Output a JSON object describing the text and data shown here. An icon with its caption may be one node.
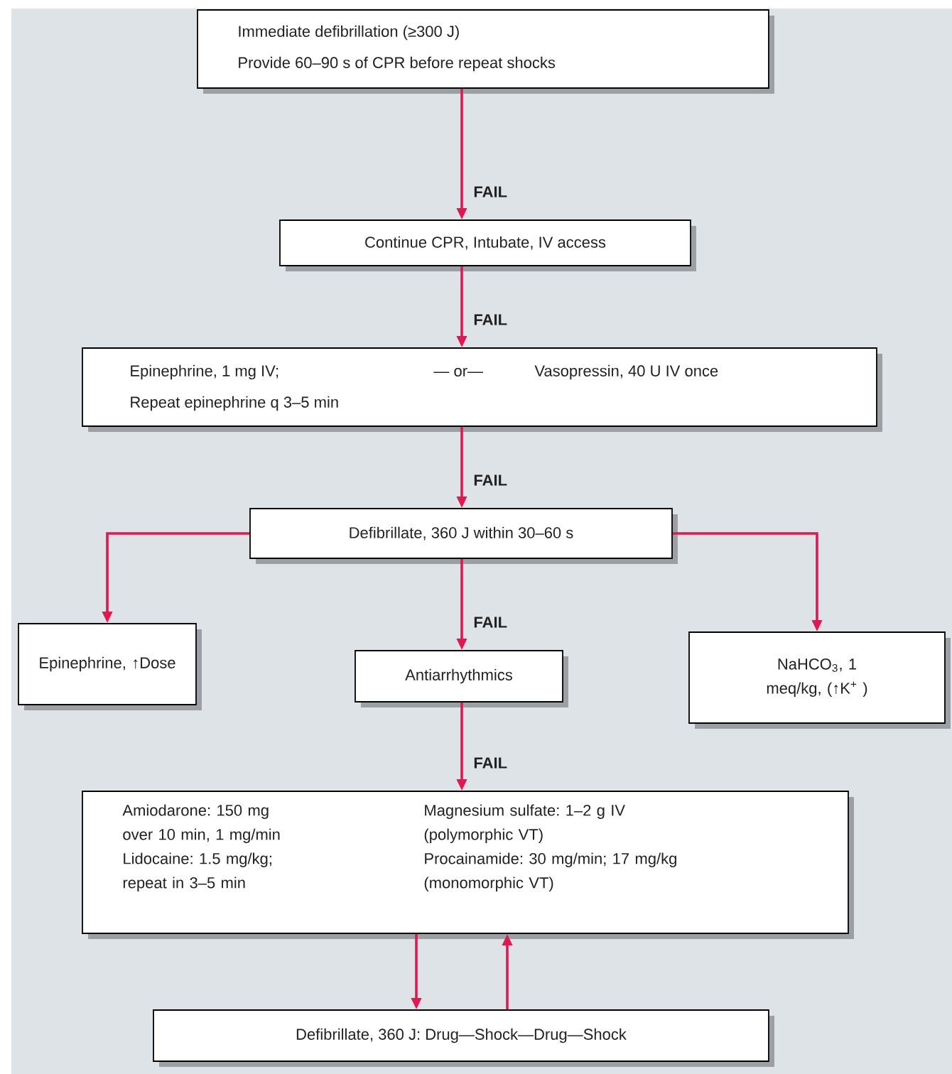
{
  "diagram": {
    "nodes": [
      {
        "text": [
          "Immediate defibrillation (≥300 J)",
          "Provide 60–90 s of CPR before repeat shocks"
        ]
      },
      {
        "text": [
          "Continue CPR, Intubate, IV access"
        ]
      },
      {
        "text": [
          "Epinephrine, 1 mg IV;",
          "— or—",
          "Vasopressin, 40 U IV once",
          "Repeat epinephrine q 3–5 min"
        ]
      },
      {
        "text": [
          "Defibrillate, 360 J within 30–60 s"
        ]
      },
      {
        "text": [
          "Epinephrine, ↑Dose"
        ]
      },
      {
        "text": [
          "Antiarrhythmics"
        ]
      },
      {
        "text": [
          "NaHCO$_{3}$, 1 meq/kg, (↑K$^{+}$ )"
        ]
      },
      {
        "text": [
          "Amiodarone: 150 mg over 10 min, 1 mg/min",
          "Lidocaine: 1.5 mg/kg; repeat in 3–5 min",
          "Magnesium sulfate: 1–2 g IV (polymorphic VT)",
          "Procainamide: 30 mg/min; 17 mg/kg (monomorphic VT)"
        ]
      },
      {
        "text": [
          "Defibrillate, 360 J: Drug—Shock—Drug—Shock"
        ]
      }
    ],
    "edges": [
      {
        "from": 0,
        "to": 1,
        "arrow": "to",
        "label": "FAIL"
      },
      {
        "from": 1,
        "to": 2,
        "arrow": "to",
        "label": "FAIL"
      },
      {
        "from": 2,
        "to": 3,
        "arrow": "to",
        "label": "FAIL"
      },
      {
        "from": 3,
        "to": 4,
        "arrow": "to"
      },
      {
        "from": 3,
        "to": 5,
        "arrow": "to",
        "label": "FAIL"
      },
      {
        "from": 3,
        "to": 6,
        "arrow": "to"
      },
      {
        "from": 5,
        "to": 7,
        "arrow": "to",
        "label": "FAIL"
      },
      {
        "from": 7,
        "to": 8,
        "arrow": "to"
      },
      {
        "from": 8,
        "to": 7,
        "arrow": "to"
      }
    ]
  }
}
